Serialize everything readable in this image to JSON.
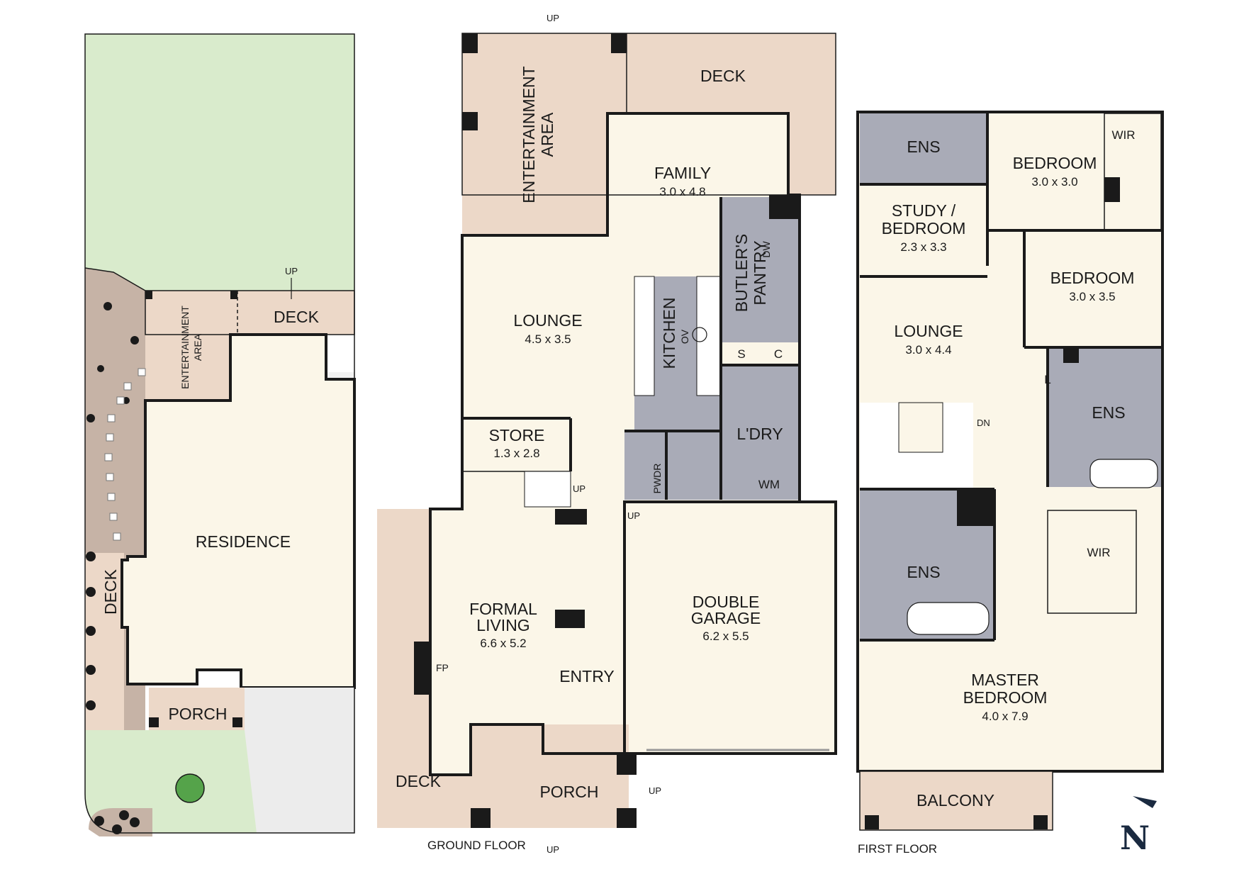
{
  "colors": {
    "room_fill": "#fbf6e8",
    "outdoor_fill": "#ecd8c8",
    "wet_fill": "#a9abb7",
    "lawn_fill": "#d9ebcc",
    "garden_fill": "#c6b3a6",
    "driveway_fill": "#ececec",
    "wall": "#1a1a1a",
    "compass": "#1a2a40"
  },
  "site_plan": {
    "residence": "RESIDENCE",
    "entertainment_area": [
      "ENTERTAINMENT",
      "AREA"
    ],
    "deck_top": "DECK",
    "deck_side": "DECK",
    "porch": "PORCH",
    "up": "UP"
  },
  "ground_floor": {
    "title": "GROUND FLOOR",
    "entertainment_area": [
      "ENTERTAINMENT",
      "AREA"
    ],
    "deck_top": "DECK",
    "family": {
      "name": "FAMILY",
      "dim": "3.0 x 4.8"
    },
    "lounge": {
      "name": "LOUNGE",
      "dim": "4.5 x 3.5"
    },
    "kitchen": "KITCHEN",
    "ov": "OV",
    "butlers_pantry": [
      "BUTLER'S",
      "PANTRY"
    ],
    "dw": "DW",
    "s": "S",
    "c": "C",
    "laundry": "L'DRY",
    "wm": "WM",
    "store": {
      "name": "STORE",
      "dim": "1.3 x 2.8"
    },
    "pwdr": "PWDR",
    "formal_living": {
      "name": [
        "FORMAL",
        "LIVING"
      ],
      "dim": "6.6 x 5.2"
    },
    "fp": "FP",
    "entry": "ENTRY",
    "double_garage": {
      "name": [
        "DOUBLE",
        "GARAGE"
      ],
      "dim": "6.2 x 5.5"
    },
    "deck_side": "DECK",
    "porch": "PORCH",
    "up": "UP"
  },
  "first_floor": {
    "title": "FIRST FLOOR",
    "ens_top": "ENS",
    "bedroom_top": {
      "name": "BEDROOM",
      "dim": "3.0 x 3.0"
    },
    "wir_top": "WIR",
    "study": {
      "name": [
        "STUDY /",
        "BEDROOM"
      ],
      "dim": "2.3 x 3.3"
    },
    "bedroom_mid": {
      "name": "BEDROOM",
      "dim": "3.0 x 3.5"
    },
    "lounge": {
      "name": "LOUNGE",
      "dim": "3.0 x 4.4"
    },
    "l": "L",
    "ens_right": "ENS",
    "dn": "DN",
    "ens_left": "ENS",
    "wir_mid": "WIR",
    "master": {
      "name": [
        "MASTER",
        "BEDROOM"
      ],
      "dim": "4.0 x 7.9"
    },
    "balcony": "BALCONY"
  },
  "compass": "N"
}
